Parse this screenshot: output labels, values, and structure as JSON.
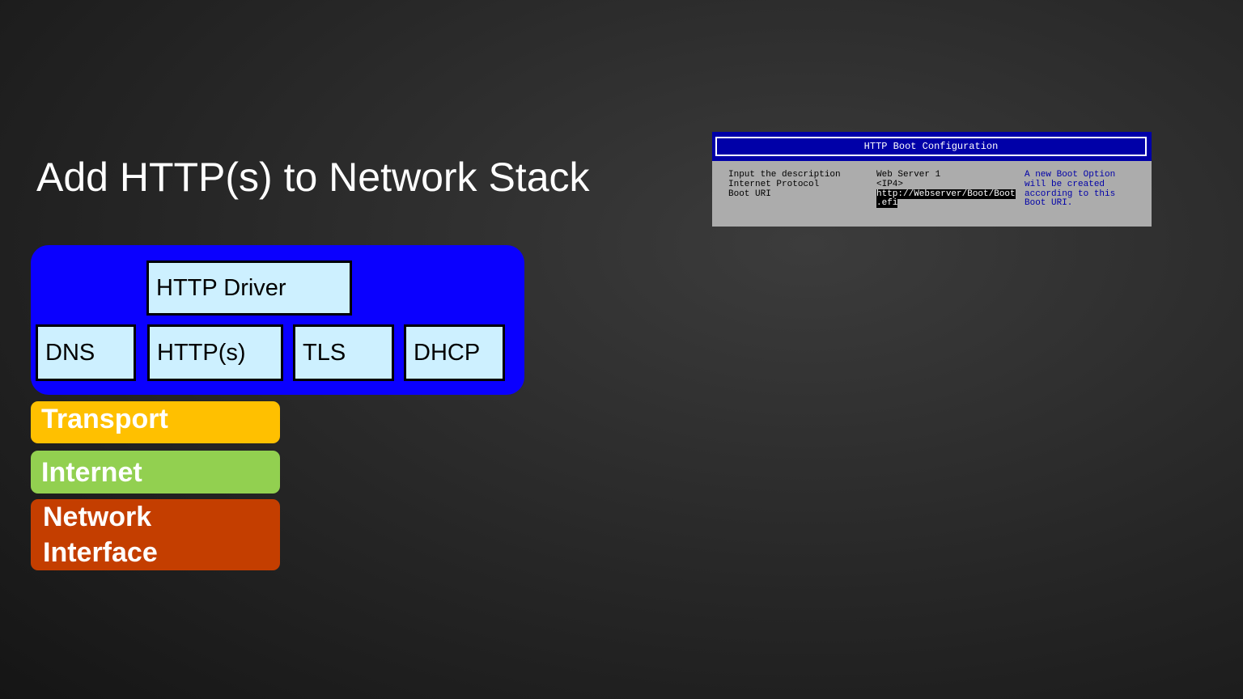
{
  "slide": {
    "title": "Add HTTP(s) to Network Stack"
  },
  "diagram": {
    "app_boxes": {
      "http_driver": "HTTP Driver",
      "dns": "DNS",
      "https": "HTTP(s)",
      "tls": "TLS",
      "dhcp": "DHCP"
    },
    "layers": {
      "transport": "Transport",
      "internet": "Internet",
      "network_line1": "Network",
      "network_line2": "Interface"
    },
    "colors": {
      "app_panel": "#0a00ff",
      "box_fill": "#cdf0ff",
      "transport": "#ffc000",
      "internet": "#92d050",
      "network_interface": "#c43e00"
    }
  },
  "boot_screen": {
    "header": "HTTP Boot Configuration",
    "labels": [
      "Input the description",
      "Internet Protocol",
      "Boot URI"
    ],
    "values": {
      "description": "Web Server 1",
      "protocol": "<IP4>",
      "uri_line1": "http://Webserver/Boot/Boot",
      "uri_line2": ".efi"
    },
    "help": [
      "A new Boot Option",
      "will be created",
      "according to this",
      "Boot URI."
    ]
  }
}
